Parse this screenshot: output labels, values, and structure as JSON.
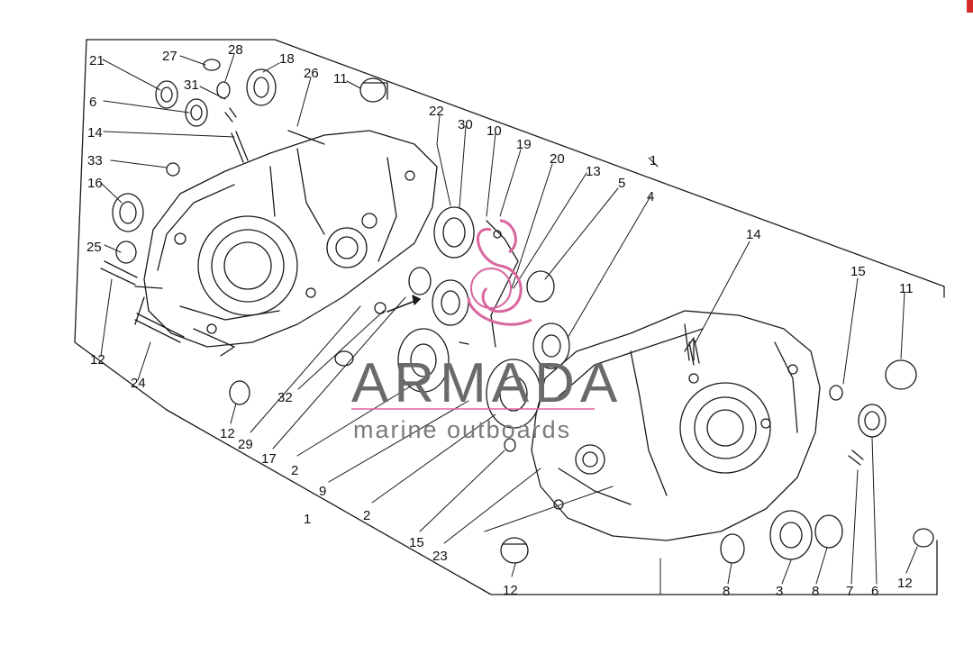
{
  "diagram": {
    "callouts": [
      "21",
      "27",
      "28",
      "18",
      "26",
      "11",
      "6",
      "31",
      "14",
      "33",
      "16",
      "25",
      "12",
      "24",
      "22",
      "30",
      "10",
      "19",
      "20",
      "13",
      "5",
      "1",
      "4",
      "14",
      "15",
      "11",
      "32",
      "29",
      "17",
      "2",
      "9",
      "2",
      "1",
      "15",
      "23",
      "12",
      "8",
      "3",
      "8",
      "7",
      "6",
      "12",
      "12"
    ]
  },
  "watermark": {
    "title": "ARMADA",
    "subtitle": "marine outboards"
  },
  "colors": {
    "line": "#1a1a1a",
    "watermark_gray": "#6a6a6a",
    "watermark_pink": "#d9669e",
    "corner_red": "#d42a2a"
  }
}
